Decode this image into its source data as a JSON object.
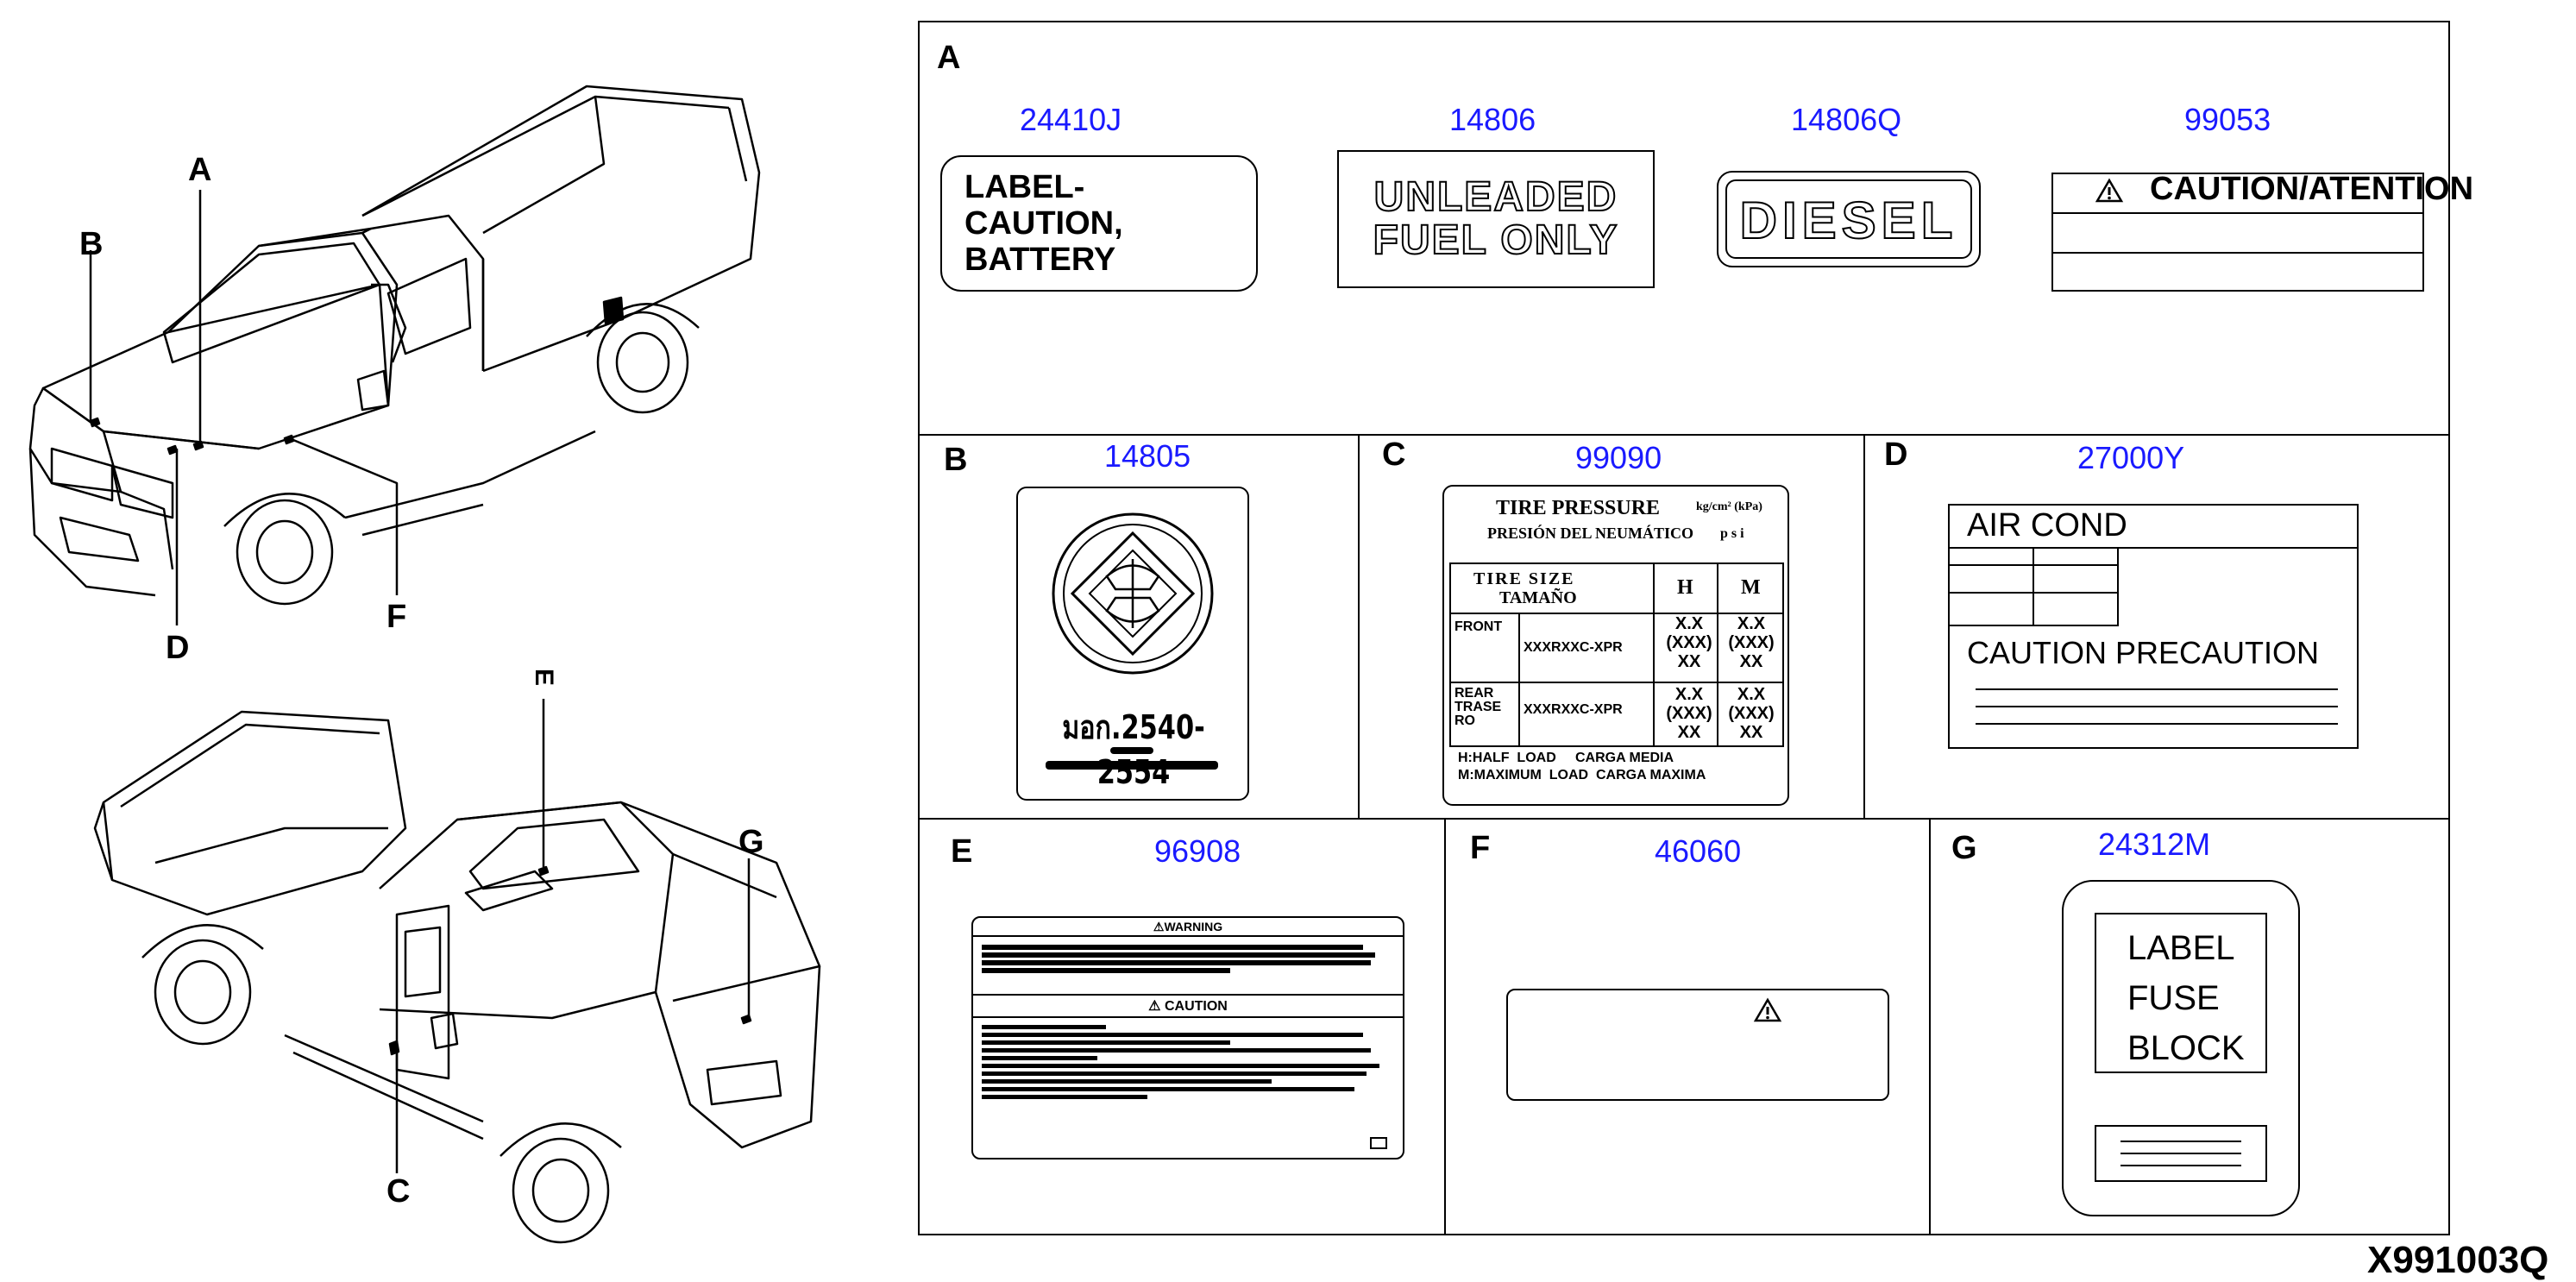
{
  "diagram_id": "X991003Q",
  "callouts": [
    "A",
    "B",
    "C",
    "D",
    "F",
    "G"
  ],
  "sections": {
    "A": {
      "letter": "A",
      "parts": [
        {
          "part_no": "24410J",
          "text": [
            "LABEL-",
            "CAUTION,",
            "BATTERY"
          ]
        },
        {
          "part_no": "14806",
          "text": [
            "UNLEADED",
            "FUEL ONLY"
          ]
        },
        {
          "part_no": "14806Q",
          "text": [
            "DIESEL"
          ]
        },
        {
          "part_no": "99053",
          "text": [
            "CAUTION/ATENTION"
          ]
        }
      ]
    },
    "B": {
      "letter": "B",
      "part_no": "14805",
      "code": "มอก.2540-2554"
    },
    "C": {
      "letter": "C",
      "part_no": "99090",
      "title": "TIRE PRESSURE",
      "title_es": "PRESIÓN DEL NEUMÁTICO",
      "units": "kg/cm² (kPa)",
      "units2": "p s i",
      "col_size": "TIRE SIZE",
      "col_size_es": "TAMAÑO",
      "col_h": "H",
      "col_m": "M",
      "front": "FRONT",
      "rear": [
        "REAR",
        "TRASE",
        "RO"
      ],
      "size_front": "XXXRXXC-XPR",
      "size_rear": "XXXRXXC-XPR",
      "value": [
        "X.X",
        "(XXX)",
        "XX"
      ],
      "footer": [
        "H:HALF  LOAD     CARGA MEDIA",
        "M:MAXIMUM  LOAD  CARGA MAXIMA"
      ]
    },
    "D": {
      "letter": "D",
      "part_no": "27000Y",
      "header": "AIR COND",
      "caution": "CAUTION PRECAUTION"
    },
    "E": {
      "letter": "E",
      "part_no": "96908",
      "warning": "WARNING",
      "caution": "CAUTION"
    },
    "F": {
      "letter": "F",
      "part_no": "46060"
    },
    "G": {
      "letter": "G",
      "part_no": "24312M",
      "text": [
        "LABEL",
        "FUSE",
        "BLOCK"
      ]
    }
  }
}
